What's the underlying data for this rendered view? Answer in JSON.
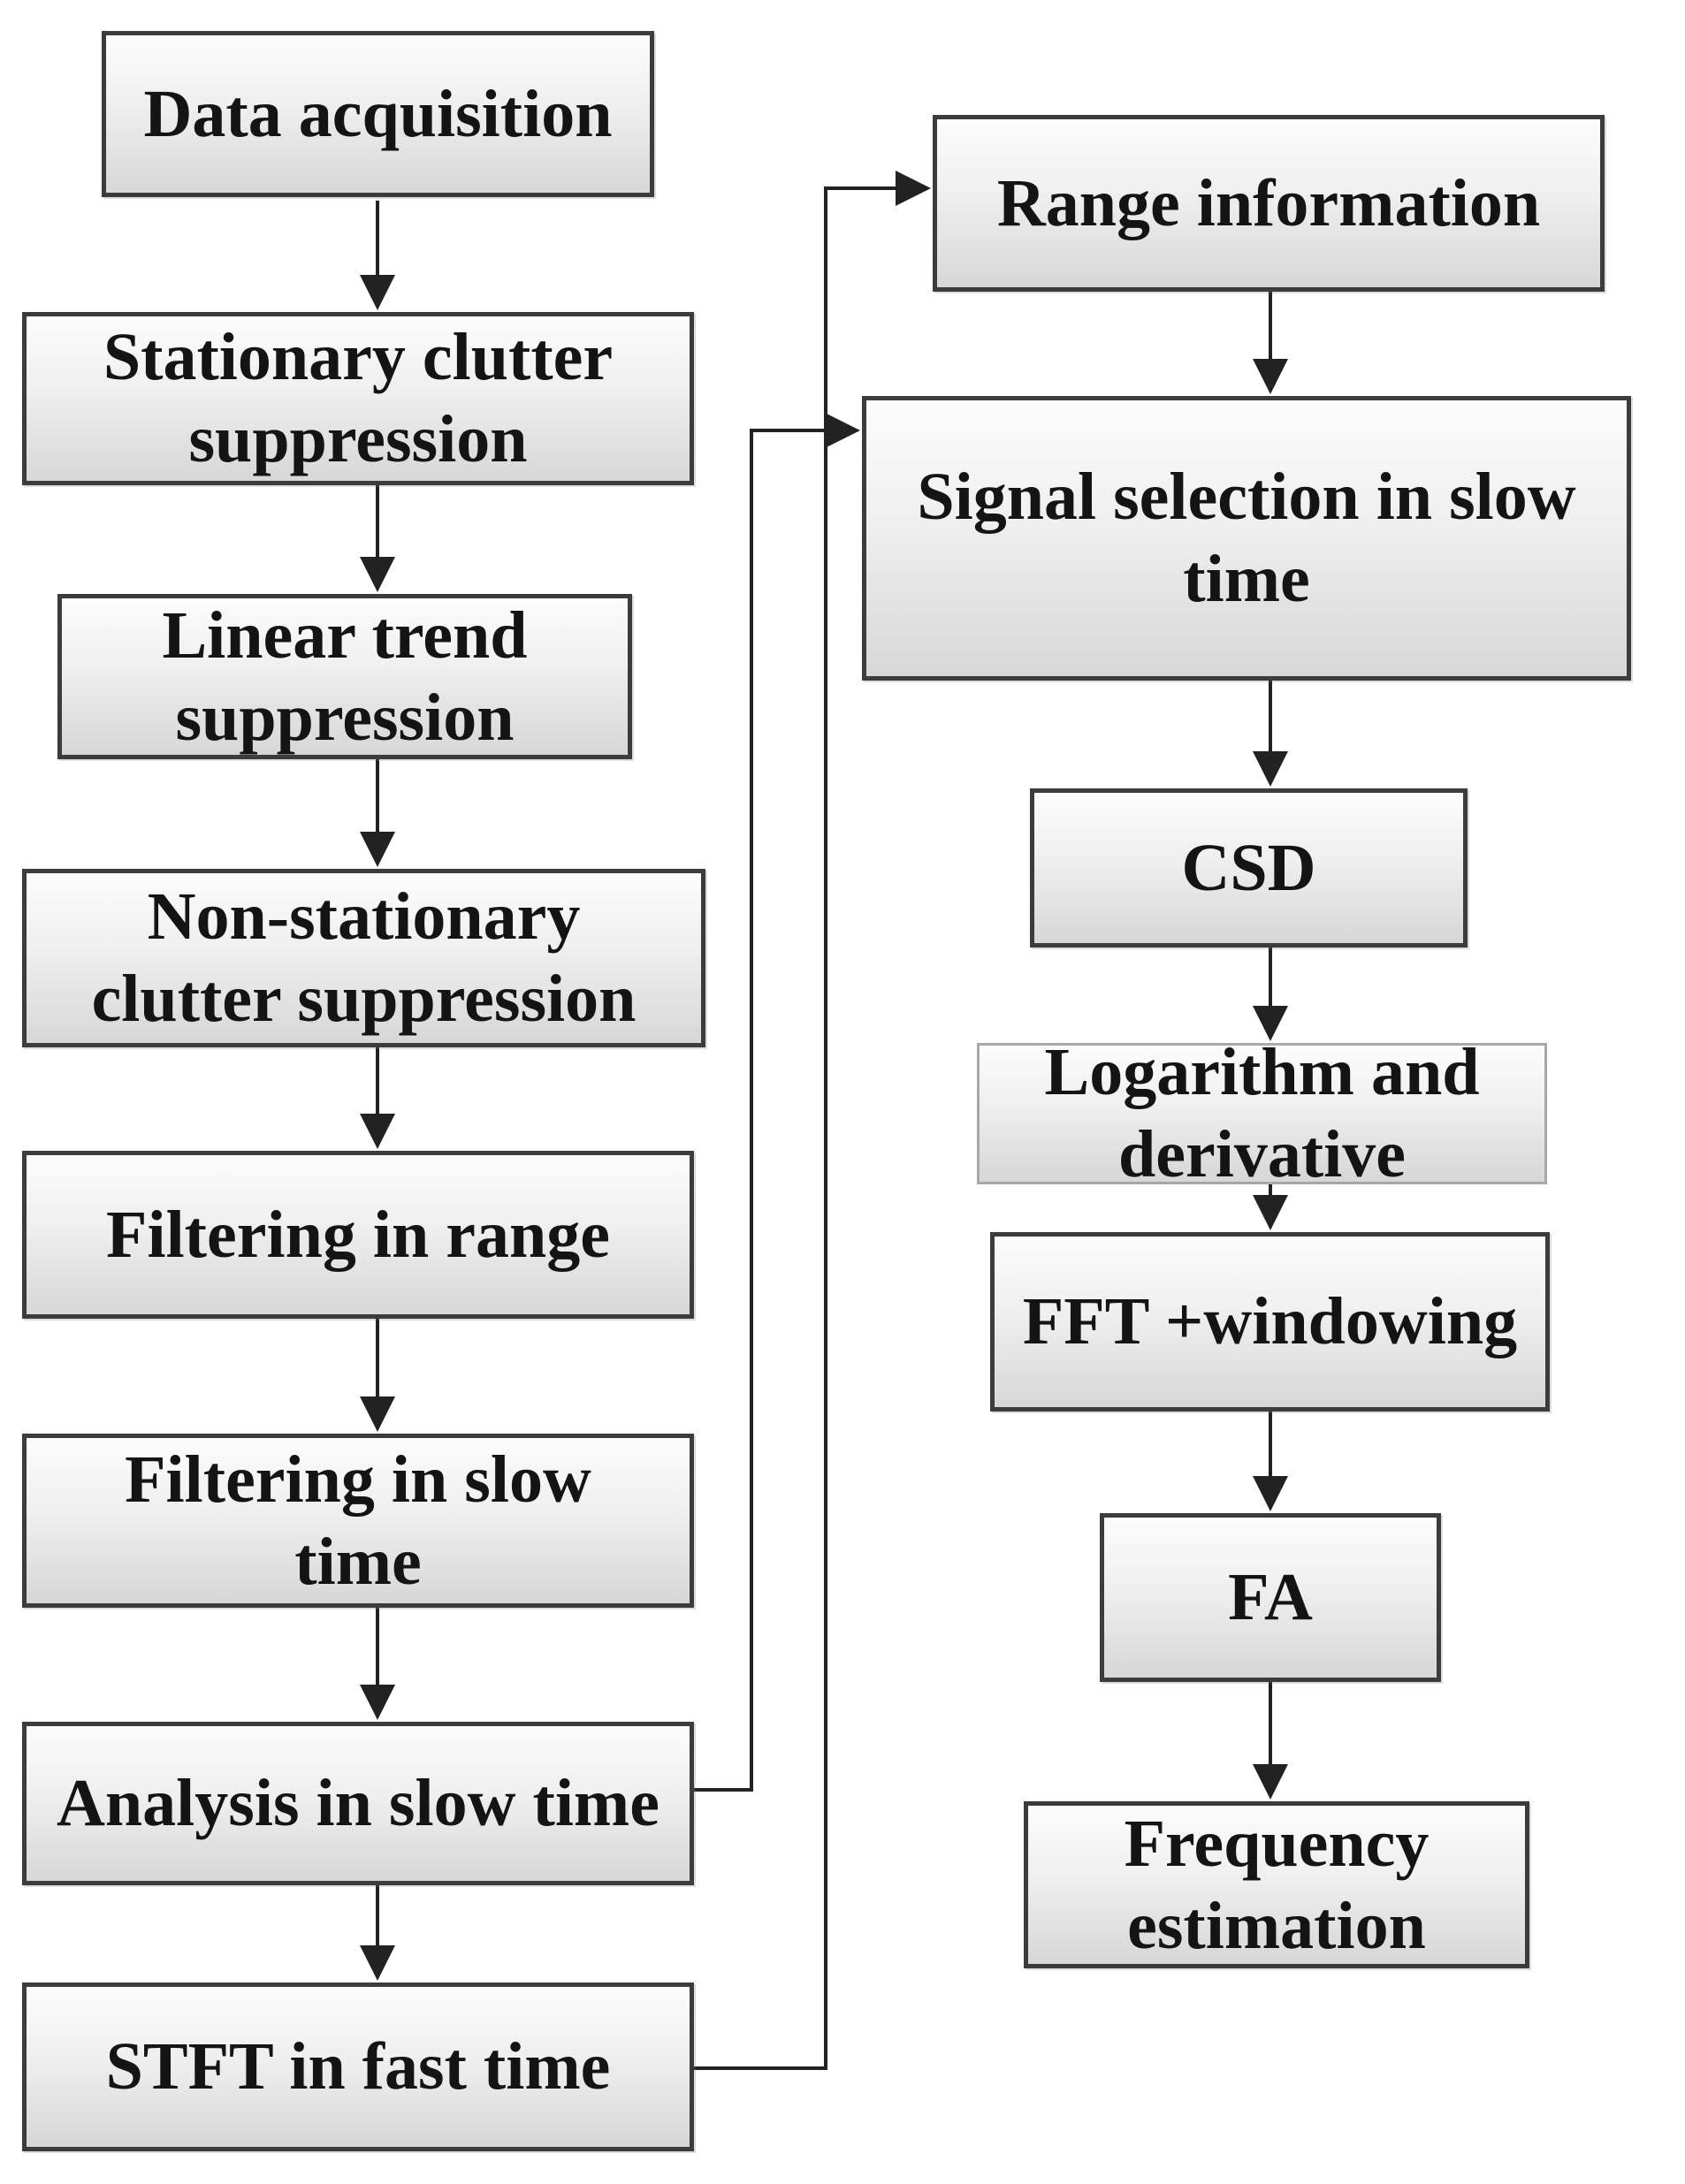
{
  "flow": {
    "background_color": "#ffffff",
    "line_color": "#222222",
    "box_border_color": "#3c3c3c",
    "box_fill_top": "#fcfcfc",
    "box_fill_bottom": "#d7d7d7",
    "text_color": "#141414",
    "left_column": [
      {
        "id": "data-acquisition",
        "label": "Data acquisition"
      },
      {
        "id": "stationary-clutter-suppression",
        "label": "Stationary clutter\nsuppression"
      },
      {
        "id": "linear-trend-suppression",
        "label": "Linear trend\nsuppression"
      },
      {
        "id": "non-stationary-clutter-suppression",
        "label": "Non-stationary\nclutter suppression"
      },
      {
        "id": "filtering-in-range",
        "label": "Filtering in range"
      },
      {
        "id": "filtering-in-slow-time",
        "label": "Filtering in slow\ntime"
      },
      {
        "id": "analysis-in-slow-time",
        "label": "Analysis in slow time"
      },
      {
        "id": "stft-in-fast-time",
        "label": "STFT in fast time"
      }
    ],
    "right_column": [
      {
        "id": "range-information",
        "label": "Range information"
      },
      {
        "id": "signal-selection-in-slow-time",
        "label": "Signal selection in slow\ntime"
      },
      {
        "id": "csd",
        "label": "CSD"
      },
      {
        "id": "logarithm-and-derivative",
        "label": "Logarithm and\nderivative"
      },
      {
        "id": "fft-windowing",
        "label": "FFT +windowing"
      },
      {
        "id": "fa",
        "label": "FA"
      },
      {
        "id": "frequency-estimation",
        "label": "Frequency\nestimation"
      }
    ],
    "edges": [
      {
        "from": "data-acquisition",
        "to": "stationary-clutter-suppression"
      },
      {
        "from": "stationary-clutter-suppression",
        "to": "linear-trend-suppression"
      },
      {
        "from": "linear-trend-suppression",
        "to": "non-stationary-clutter-suppression"
      },
      {
        "from": "non-stationary-clutter-suppression",
        "to": "filtering-in-range"
      },
      {
        "from": "filtering-in-range",
        "to": "filtering-in-slow-time"
      },
      {
        "from": "filtering-in-slow-time",
        "to": "analysis-in-slow-time"
      },
      {
        "from": "analysis-in-slow-time",
        "to": "stft-in-fast-time"
      },
      {
        "from": "analysis-in-slow-time",
        "to": "signal-selection-in-slow-time"
      },
      {
        "from": "stft-in-fast-time",
        "to": "range-information"
      },
      {
        "from": "range-information",
        "to": "signal-selection-in-slow-time"
      },
      {
        "from": "signal-selection-in-slow-time",
        "to": "csd"
      },
      {
        "from": "csd",
        "to": "logarithm-and-derivative"
      },
      {
        "from": "logarithm-and-derivative",
        "to": "fft-windowing"
      },
      {
        "from": "fft-windowing",
        "to": "fa"
      },
      {
        "from": "fa",
        "to": "frequency-estimation"
      }
    ]
  }
}
